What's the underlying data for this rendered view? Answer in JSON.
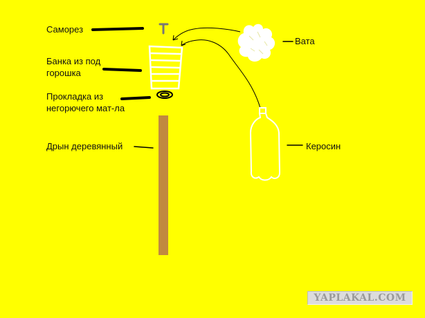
{
  "colors": {
    "background": "#ffff00",
    "text": "#111111",
    "leader_line": "#000000",
    "sketch_white": "#ffffff",
    "stick": "#c1893f",
    "screw": "#777777",
    "watermark_text": "#9a9a9a"
  },
  "labels": {
    "screw": "Саморез",
    "jar_line1": "Банка из под",
    "jar_line2": "горошка",
    "gasket_line1": "Прокладка из",
    "gasket_line2": "негорючего мат-ла",
    "stick": "Дрын деревянный",
    "cotton": "Вата",
    "kerosene": "Керосин"
  },
  "watermark": "YAPLAKAL.COM",
  "icons": [
    "screw-icon",
    "jar-icon",
    "gasket-icon",
    "stick-icon",
    "cotton-icon",
    "kerosene-bottle-icon"
  ]
}
